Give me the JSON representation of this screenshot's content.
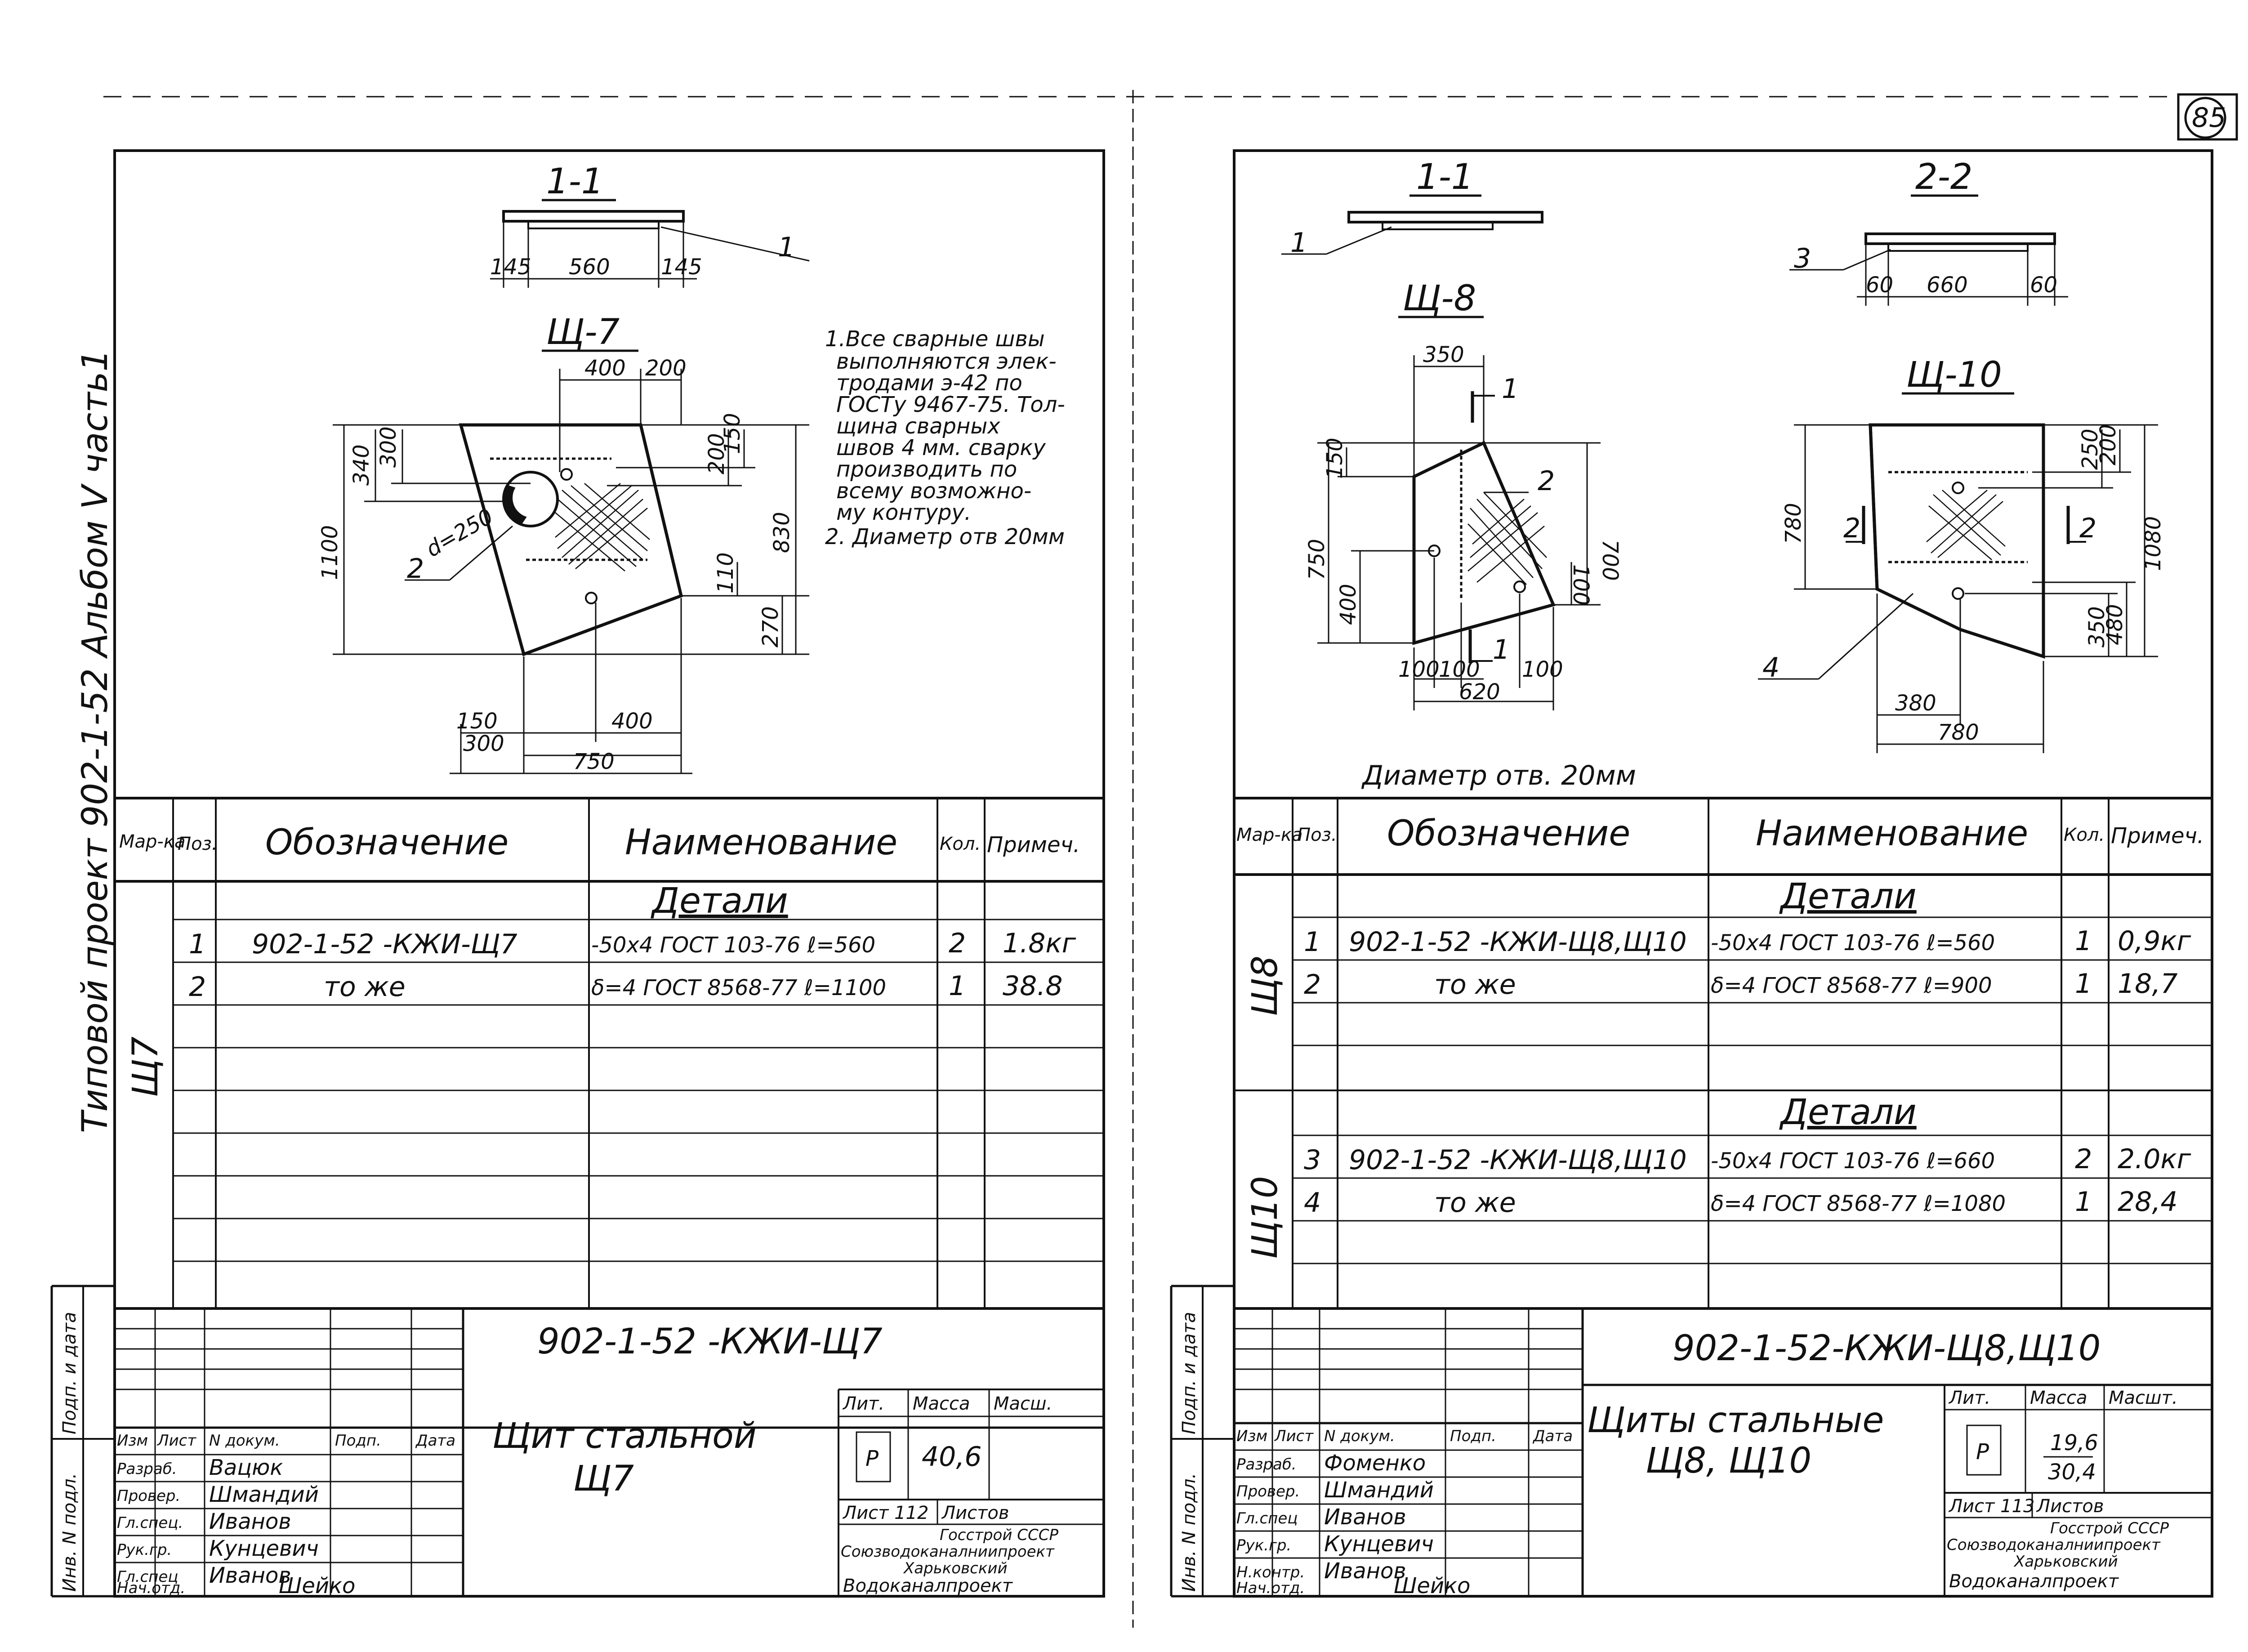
{
  "sheet_number": "85",
  "vertical_title": "Типовой проект 902-1-52 Альбом V часть1",
  "left": {
    "section_title": "1-1",
    "section_dims": [
      "145",
      "560",
      "145"
    ],
    "section_callout": "1",
    "plate_title": "Щ-7",
    "plate_callout": "2",
    "hole_label": "d=250",
    "dims": {
      "top_a": "400",
      "top_b": "200",
      "left_a": "340",
      "left_b": "300",
      "left_total": "1100",
      "right_a": "200",
      "right_b": "150",
      "right_total": "830",
      "right_c": "110",
      "right_d": "270",
      "bottom_a": "150",
      "bottom_b": "400",
      "bottom_c": "300",
      "bottom_total": "750"
    },
    "notes": [
      "1.Все сварные швы",
      "выполняются элек-",
      "тродами э-42 по",
      "ГОСТу 9467-75. Тол-",
      "щина сварных",
      "швов 4 мм. сварку",
      "производить по",
      "всему возможно-",
      "му контуру.",
      "2. Диаметр отв 20мм"
    ],
    "table": {
      "headers": [
        "Мар-ка",
        "Поз.",
        "Обозначение",
        "Наименование",
        "Кол.",
        "Примеч."
      ],
      "group_label": "Детали",
      "mark": "Щ7",
      "rows": [
        {
          "pos": "1",
          "designation": "902-1-52 -КЖИ-Щ7",
          "name": "-50x4 ГОСТ 103-76 ℓ=560",
          "qty": "2",
          "note": "1.8кг"
        },
        {
          "pos": "2",
          "designation": "то же",
          "name": "δ=4 ГОСТ 8568-77 ℓ=1100",
          "qty": "1",
          "note": "38.8"
        }
      ]
    },
    "stamp": {
      "code": "902-1-52 -КЖИ-Щ7",
      "title_line1": "Щит стальной",
      "title_line2": "Щ7",
      "headers": [
        "Изм",
        "Лист",
        "N докум.",
        "Подп.",
        "Дата"
      ],
      "people": [
        {
          "role": "Разраб.",
          "name": "Вацюк"
        },
        {
          "role": "Провер.",
          "name": "Шмандий"
        },
        {
          "role": "Гл.спец.",
          "name": "Иванов"
        },
        {
          "role": "Рук.гр.",
          "name": "Кунцевич"
        },
        {
          "role": "Гл.спец",
          "name": "Иванов"
        },
        {
          "role": "Нач.отд.",
          "name": "Шейко"
        }
      ],
      "lit_label": "Лит.",
      "mass_label": "Масса",
      "scale_label": "Масш.",
      "lit_value": "Р",
      "mass_value": "40,6",
      "sheet_label": "Лист 112",
      "sheets_label": "Листов",
      "org": [
        "Госстрой СССР",
        "Союзводоканалниипроект",
        "Харьковский",
        "Водоканалпроект"
      ]
    }
  },
  "right": {
    "section11_title": "1-1",
    "section11_callout": "1",
    "section22_title": "2-2",
    "section22_callout": "3",
    "section22_dims": [
      "60",
      "660",
      "60"
    ],
    "plate8_title": "Щ-8",
    "plate8_callouts": [
      "1",
      "2",
      "1"
    ],
    "plate8_dims": {
      "top": "350",
      "left_a": "150",
      "left_b": "400",
      "left_total": "750",
      "right_a": "700",
      "right_b": "100",
      "bottom_a": "100",
      "bottom_b": "100",
      "bottom_c": "100",
      "bottom_total": "620"
    },
    "plate10_title": "Щ-10",
    "plate10_callouts": [
      "2",
      "2",
      "4"
    ],
    "plate10_dims": {
      "left": "780",
      "right_a": "250",
      "right_b": "200",
      "right_total": "1080",
      "right_c": "350",
      "right_d": "480",
      "bottom_a": "380",
      "bottom_total": "780"
    },
    "hole_note": "Диаметр отв. 20мм",
    "table": {
      "headers": [
        "Мар-ка",
        "Поз.",
        "Обозначение",
        "Наименование",
        "Кол.",
        "Примеч."
      ],
      "group1_label": "Детали",
      "group2_label": "Детали",
      "mark1": "Щ8",
      "mark2": "Щ10",
      "rows1": [
        {
          "pos": "1",
          "designation": "902-1-52 -КЖИ-Щ8,Щ10",
          "name": "-50x4 ГОСТ 103-76 ℓ=560",
          "qty": "1",
          "note": "0,9кг"
        },
        {
          "pos": "2",
          "designation": "то же",
          "name": "δ=4 ГОСТ 8568-77 ℓ=900",
          "qty": "1",
          "note": "18,7"
        }
      ],
      "rows2": [
        {
          "pos": "3",
          "designation": "902-1-52 -КЖИ-Щ8,Щ10",
          "name": "-50x4 ГОСТ 103-76 ℓ=660",
          "qty": "2",
          "note": "2.0кг"
        },
        {
          "pos": "4",
          "designation": "то же",
          "name": "δ=4 ГОСТ 8568-77 ℓ=1080",
          "qty": "1",
          "note": "28,4"
        }
      ]
    },
    "stamp": {
      "code": "902-1-52-КЖИ-Щ8,Щ10",
      "title_line1": "Щиты стальные",
      "title_line2": "Щ8, Щ10",
      "headers": [
        "Изм",
        "Лист",
        "N докум.",
        "Подп.",
        "Дата"
      ],
      "people": [
        {
          "role": "Разраб.",
          "name": "Фоменко"
        },
        {
          "role": "Провер.",
          "name": "Шмандий"
        },
        {
          "role": "Гл.спец",
          "name": "Иванов"
        },
        {
          "role": "Рук.гр.",
          "name": "Кунцевич"
        },
        {
          "role": "Н.контр.",
          "name": "Иванов"
        },
        {
          "role": "Нач.отд.",
          "name": "Шейко"
        }
      ],
      "lit_label": "Лит.",
      "mass_label": "Масса",
      "scale_label": "Масшт.",
      "lit_value": "Р",
      "mass_value_1": "19,6",
      "mass_value_2": "30,4",
      "sheet_label": "Лист 113",
      "sheets_label": "Листов",
      "org": [
        "Госстрой СССР",
        "Союзводоканалниипроект",
        "Харьковский",
        "Водоканалпроект"
      ]
    }
  },
  "left_margin_stamp": [
    "Инв. N подл.",
    "Подп. и дата"
  ],
  "right_margin_stamp": [
    "Инв. N подл.",
    "Подп. и дата"
  ]
}
